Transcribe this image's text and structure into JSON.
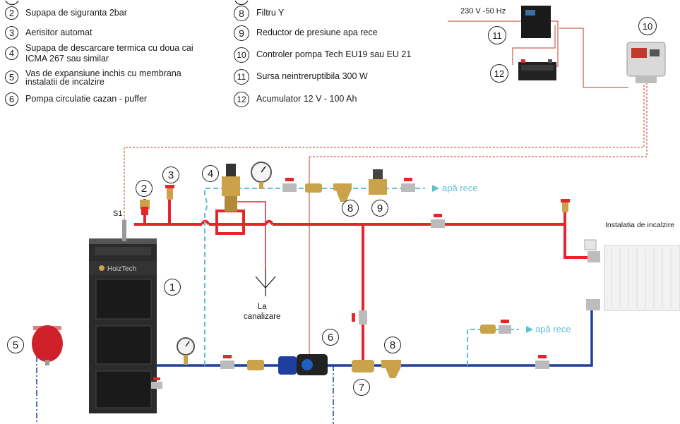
{
  "legend_left": [
    {
      "num": "2",
      "lines": [
        "Supapa de siguranta 2bar"
      ]
    },
    {
      "num": "3",
      "lines": [
        "Aerisitor automat"
      ]
    },
    {
      "num": "4",
      "lines": [
        "Supapa de descarcare termica cu doua cai",
        "ICMA 267 sau similar"
      ]
    },
    {
      "num": "5",
      "lines": [
        "Vas de expansiune inchis cu membrana",
        "instalatii de incalzire"
      ]
    },
    {
      "num": "6",
      "lines": [
        "Pompa circulatie cazan - puffer"
      ]
    }
  ],
  "legend_right": [
    {
      "num": "8",
      "lines": [
        "Filtru Y"
      ]
    },
    {
      "num": "9",
      "lines": [
        "Reductor de presiune apa rece"
      ]
    },
    {
      "num": "10",
      "lines": [
        "Controler pompa Tech EU19 sau EU 21"
      ]
    },
    {
      "num": "11",
      "lines": [
        "Sursa neintreruptibila 300 W"
      ]
    },
    {
      "num": "12",
      "lines": [
        "Acumulator 12 V - 100 Ah"
      ]
    }
  ],
  "labels": {
    "power": "230 V -50 Hz",
    "boiler_brand": "HoizTech",
    "sensor": "S1",
    "drain_line1": "La",
    "drain_line2": "canalizare",
    "cold_water_top": "apă rece",
    "cold_water_bottom": "apă rece",
    "heating_install": "Instalatia de incalzire"
  },
  "callouts": {
    "c1": "1",
    "c2": "2",
    "c3": "3",
    "c4": "4",
    "c5": "5",
    "c6": "6",
    "c7": "7",
    "c8a": "8",
    "c8b": "8",
    "c9": "9",
    "c10": "10",
    "c11": "11",
    "c12": "12"
  },
  "colors": {
    "hot_pipe": "#e8242b",
    "cold_pipe": "#1f3f9e",
    "cold_water": "#5bc0d8",
    "signal_wire": "#c0392b",
    "brass": "#c9a24a",
    "boiler": "#2b2b2b",
    "expansion_vessel": "#d0202a"
  }
}
